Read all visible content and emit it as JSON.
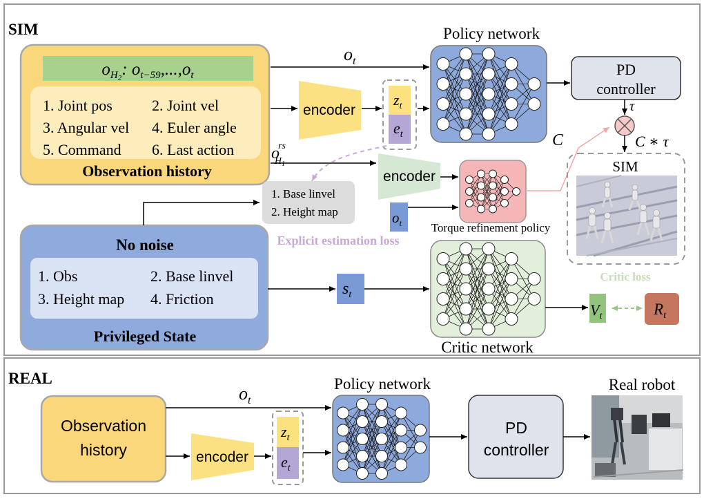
{
  "sections": {
    "sim": "SIM",
    "real": "REAL"
  },
  "sim": {
    "observation_history": {
      "formula": {
        "o": "o",
        "o_sub": "H",
        "o_subsub": "2",
        "rest": ": o",
        "rest_sub": "t−59",
        "tail": ",...,o",
        "tail_sub": "t"
      },
      "items": [
        "1. Joint pos",
        "2. Joint vel",
        "3. Angular vel",
        "4. Euler angle",
        "5. Command",
        "6. Last action"
      ],
      "caption": "Observation history"
    },
    "privileged_state": {
      "heading": "No noise",
      "items": [
        "1. Obs",
        "2. Base linvel",
        "3. Height map",
        "4. Friction"
      ],
      "caption": "Privileged State"
    },
    "encoder_label": "encoder",
    "encoder2_label": "encoder",
    "o_t": "o",
    "o_t_sub": "t",
    "o_rs": "o",
    "o_rs_sup": "rs",
    "o_rs_sub": "H",
    "o_rs_subsub": "1",
    "z_t": "z",
    "e_t": "e",
    "s_t": "s",
    "o_t_small": "o",
    "t": "t",
    "estimation_items": [
      "1. Base linvel",
      "2. Height map"
    ],
    "estimation_loss": "Explicit estimation loss",
    "policy_network": "Policy network",
    "critic_network": "Critic network",
    "torque_refinement": "Torque refinement policy",
    "pd_controller": [
      "PD",
      "controller"
    ],
    "tau": "τ",
    "C": "C",
    "C_tau": "C ∗ τ",
    "sim_panel": "SIM",
    "critic_loss": "Critic loss",
    "V": "V",
    "R": "R"
  },
  "real": {
    "observation_history": [
      "Observation",
      "history"
    ],
    "encoder_label": "encoder",
    "o_t": "o",
    "o_t_sub": "t",
    "z_t": "z",
    "e_t": "e",
    "t": "t",
    "policy_network": "Policy network",
    "pd_controller": [
      "PD",
      "controller"
    ],
    "real_robot": "Real robot"
  },
  "colors": {
    "yellow": "#fbd77c",
    "yellow_light": "#fdf0c8",
    "green_bar": "#a9d18e",
    "blue": "#8faadc",
    "blue_net": "#8ea9db",
    "blue_light": "#dae3f3",
    "encoder_yellow": "#fce183",
    "encoder_green": "#d5e8d4",
    "z_yellow": "#fbe27f",
    "e_purple": "#b4a7d6",
    "s_blue": "#7a9ad6",
    "critic_green": "#e2efda",
    "torque_pink": "#f4b6b6",
    "pd_gray": "#dfe3ec",
    "V_green": "#93c47d",
    "R_red": "#c5765f",
    "loss_purple": "#c9a7d8",
    "critic_loss": "#c5deb5",
    "pink_line": "#f4a7a7"
  }
}
